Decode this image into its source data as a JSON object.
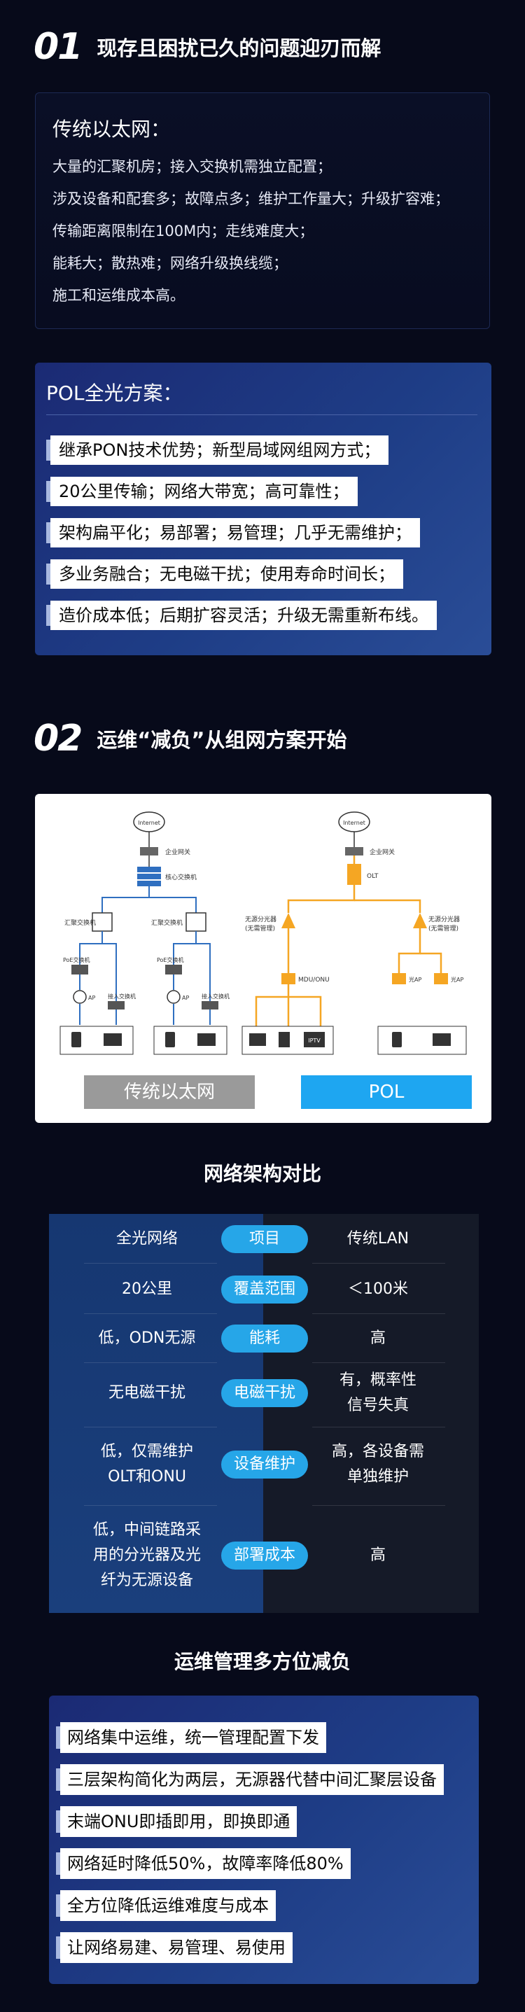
{
  "section1": {
    "number": "01",
    "title": "现存且困扰已久的问题迎刃而解"
  },
  "ethernet_card": {
    "title": "传统以太网：",
    "lines": [
      "大量的汇聚机房；接入交换机需独立配置；",
      "涉及设备和配套多；故障点多；维护工作量大；升级扩容难；",
      "传输距离限制在100M内；走线难度大；",
      "能耗大；散热难；网络升级换线缆；",
      "施工和运维成本高。"
    ]
  },
  "pol_card": {
    "title": "POL全光方案：",
    "items": [
      "继承PON技术优势；新型局域网组网方式；",
      "20公里传输；网络大带宽；高可靠性；",
      "架构扁平化；易部署；易管理；几乎无需维护；",
      "多业务融合；无电磁干扰；使用寿命时间长；",
      "造价成本低；后期扩容灵活；升级无需重新布线。"
    ]
  },
  "section2": {
    "number": "02",
    "title": "运维“减负”从组网方案开始"
  },
  "diagram": {
    "eth_labels": {
      "internet": "Internet",
      "gateway": "企业网关",
      "core_switch": "核心交换机",
      "agg_switch": "汇聚交换机",
      "poe_switch": "PoE交换机",
      "access_switch": "接入交换机",
      "ap": "AP"
    },
    "pol_labels": {
      "internet": "Internet",
      "gateway": "企业网关",
      "olt": "OLT",
      "splitter": "无源分光器",
      "unmanaged": "(无需管理)",
      "mdu": "MDU/ONU",
      "ap": "光AP",
      "iptv": "IPTV"
    },
    "eth_button": "传统以太网",
    "pol_button": "POL"
  },
  "comparison": {
    "title": "网络架构对比",
    "rows": [
      {
        "left": "全光网络",
        "middle": "项目",
        "right": "传统LAN"
      },
      {
        "left": "20公里",
        "middle": "覆盖范围",
        "right": "＜100米"
      },
      {
        "left": "低，ODN无源",
        "middle": "能耗",
        "right": "高"
      },
      {
        "left": "无电磁干扰",
        "middle": "电磁干扰",
        "right": "有，概率性\n信号失真"
      },
      {
        "left": "低，仅需维护\nOLT和ONU",
        "middle": "设备维护",
        "right": "高，各设备需\n单独维护"
      },
      {
        "left": "低，中间链路采\n用的分光器及光\n纤为无源设备",
        "middle": "部署成本",
        "right": "高"
      }
    ]
  },
  "ops": {
    "title": "运维管理多方位减负",
    "items": [
      "网络集中运维，统一管理配置下发",
      "三层架构简化为两层，无源器代替中间汇聚层设备",
      "末端ONU即插即用，即换即通",
      "网络延时降低50%，故障率降低80%",
      "全方位降低运维难度与成本",
      "让网络易建、易管理、易使用"
    ]
  },
  "colors": {
    "background": "#070a1a",
    "card_blue": "#1e3d86",
    "pill_blue": "#26a6e8",
    "pol_orange": "#f5a623",
    "eth_blue": "#2f6fc0"
  }
}
